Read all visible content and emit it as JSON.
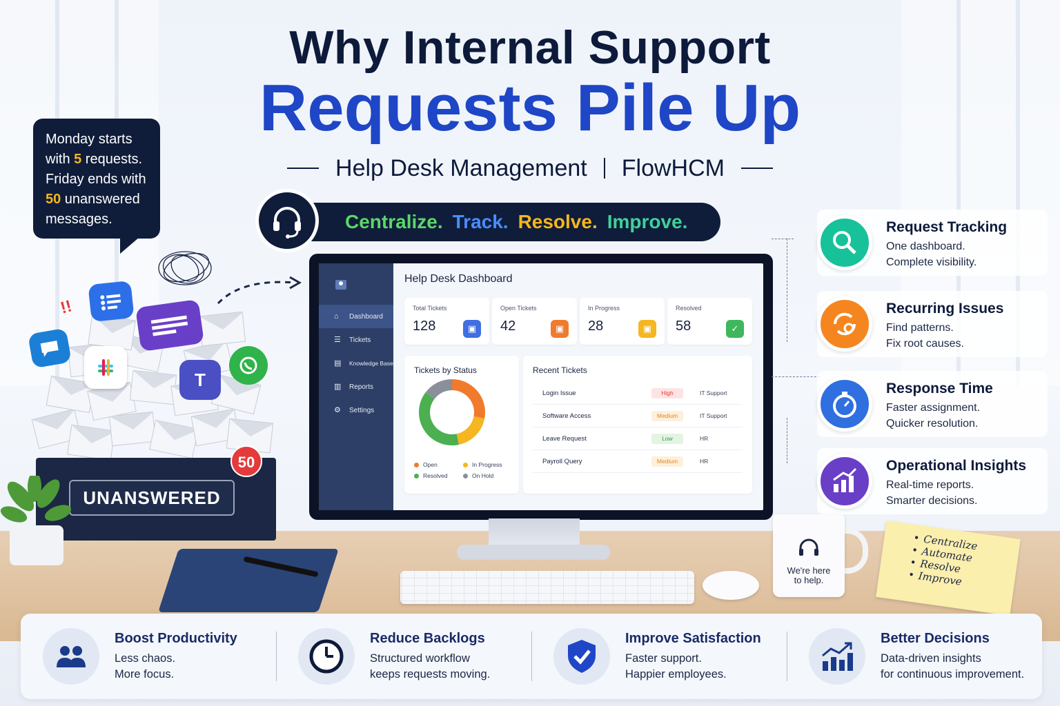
{
  "header": {
    "title_line1": "Why Internal Support",
    "title_line2": "Requests Pile Up",
    "subtitle_left": "Help Desk Management",
    "subtitle_right": "FlowHCM"
  },
  "tagline": {
    "words": [
      {
        "text": "Centralize.",
        "color": "#5bd66a"
      },
      {
        "text": "Track.",
        "color": "#4a8cff"
      },
      {
        "text": "Resolve.",
        "color": "#f5b61f"
      },
      {
        "text": "Improve.",
        "color": "#3fd19a"
      }
    ]
  },
  "speech_bubble": {
    "l1": "Monday starts",
    "l2_pre": "with ",
    "l2_num": "5",
    "l2_post": " requests.",
    "l3": "Friday ends with",
    "l4_num": "50",
    "l4_post": " unanswered",
    "l5": "messages."
  },
  "pile": {
    "label": "UNANSWERED",
    "badge": "50"
  },
  "dashboard": {
    "title": "Help Desk Dashboard",
    "nav": [
      {
        "label": "Dashboard",
        "icon": "home-icon"
      },
      {
        "label": "Tickets",
        "icon": "list-icon"
      },
      {
        "label": "Knowledge Base",
        "icon": "book-icon"
      },
      {
        "label": "Reports",
        "icon": "bar-chart-icon"
      },
      {
        "label": "Settings",
        "icon": "gear-icon"
      }
    ],
    "stats": [
      {
        "label": "Total Tickets",
        "value": "128",
        "color": "#3f6fe0"
      },
      {
        "label": "Open Tickets",
        "value": "42",
        "color": "#f07b2c"
      },
      {
        "label": "In Progress",
        "value": "28",
        "color": "#f5b61f"
      },
      {
        "label": "Resolved",
        "value": "58",
        "color": "#3fb75c"
      }
    ],
    "status_panel_title": "Tickets by Status",
    "recent_panel_title": "Recent Tickets",
    "legend": [
      "Open",
      "In Progress",
      "Resolved",
      "On Hold"
    ],
    "recent": [
      {
        "name": "Login Issue",
        "priority": "High",
        "dept": "IT Support"
      },
      {
        "name": "Software Access",
        "priority": "Medium",
        "dept": "IT Support"
      },
      {
        "name": "Leave Request",
        "priority": "Low",
        "dept": "HR"
      },
      {
        "name": "Payroll Query",
        "priority": "Medium",
        "dept": "HR"
      }
    ]
  },
  "chart_data": {
    "type": "pie",
    "categories": [
      "Open",
      "In Progress",
      "Resolved",
      "On Hold"
    ],
    "values": [
      42,
      28,
      58,
      22
    ],
    "colors": [
      "#f07b2c",
      "#f5b61f",
      "#4caf50",
      "#8a8f99"
    ]
  },
  "features": [
    {
      "title": "Request Tracking",
      "l1": "One dashboard.",
      "l2": "Complete visibility.",
      "color": "#17c29a",
      "icon": "search-icon"
    },
    {
      "title": "Recurring Issues",
      "l1": "Find patterns.",
      "l2": "Fix root causes.",
      "color": "#f5861f",
      "icon": "refresh-gear-icon"
    },
    {
      "title": "Response Time",
      "l1": "Faster assignment.",
      "l2": "Quicker resolution.",
      "color": "#2f6fe0",
      "icon": "stopwatch-icon"
    },
    {
      "title": "Operational Insights",
      "l1": "Real-time reports.",
      "l2": "Smarter decisions.",
      "color": "#6a3fc8",
      "icon": "growth-chart-icon"
    }
  ],
  "mug": {
    "text_l1": "We're here",
    "text_l2": "to help."
  },
  "sticky_note": [
    "Centralize",
    "Automate",
    "Resolve",
    "Improve"
  ],
  "benefits": [
    {
      "title": "Boost Productivity",
      "l1": "Less chaos.",
      "l2": "More focus.",
      "icon": "team-icon"
    },
    {
      "title": "Reduce Backlogs",
      "l1": "Structured workflow",
      "l2": "keeps requests moving.",
      "icon": "clock-icon"
    },
    {
      "title": "Improve Satisfaction",
      "l1": "Faster support.",
      "l2": "Happier employees.",
      "icon": "shield-check-icon"
    },
    {
      "title": "Better Decisions",
      "l1": "Data-driven insights",
      "l2": "for continuous improvement.",
      "icon": "trend-chart-icon"
    }
  ]
}
